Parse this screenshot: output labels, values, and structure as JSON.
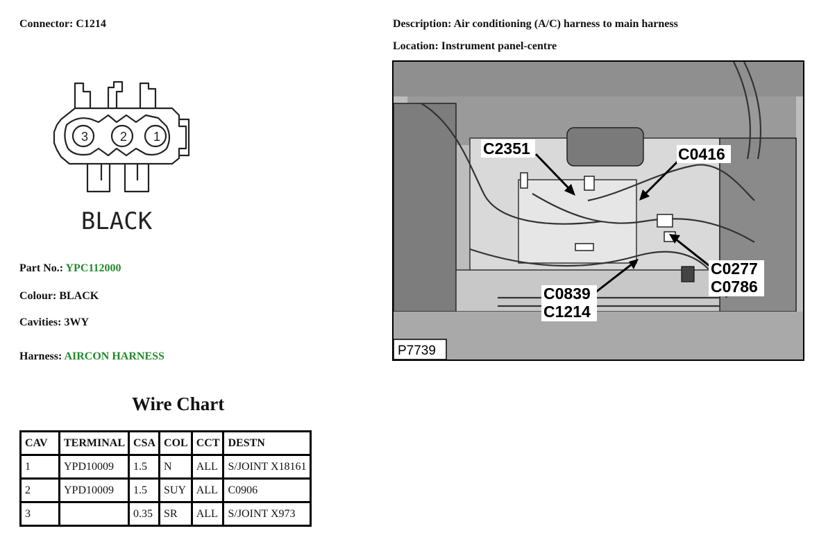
{
  "connector": {
    "label": "Connector:",
    "value": "C1214"
  },
  "description": {
    "label": "Description:",
    "value": "Air conditioning (A/C) harness to main harness"
  },
  "location": {
    "label": "Location:",
    "value": "Instrument panel-centre"
  },
  "drawing": {
    "cavity_numbers": [
      "3",
      "2",
      "1"
    ],
    "colour_caption": "BLACK"
  },
  "part_no": {
    "label": "Part No.:",
    "value": "YPC112000"
  },
  "colour": {
    "label": "Colour:",
    "value": "BLACK"
  },
  "cavities": {
    "label": "Cavities:",
    "value": "3WY"
  },
  "harness": {
    "label": "Harness:",
    "value": "AIRCON HARNESS"
  },
  "wire_chart": {
    "title": "Wire Chart",
    "headers": [
      "CAV",
      "TERMINAL",
      "CSA",
      "COL",
      "CCT",
      "DESTN"
    ],
    "rows": [
      [
        "1",
        "YPD10009",
        "1.5",
        "N",
        "ALL",
        "S/JOINT X18161"
      ],
      [
        "2",
        "YPD10009",
        "1.5",
        "SUY",
        "ALL",
        "C0906"
      ],
      [
        "3",
        "",
        "0.35",
        "SR",
        "ALL",
        "S/JOINT X973"
      ]
    ]
  },
  "photo": {
    "callouts": {
      "c2351": "C2351",
      "c0416": "C0416",
      "c0277": "C0277",
      "c0786": "C0786",
      "c0839": "C0839",
      "c1214": "C1214"
    },
    "picture_code": "P7739"
  },
  "colors": {
    "accent_green": "#23892c"
  }
}
